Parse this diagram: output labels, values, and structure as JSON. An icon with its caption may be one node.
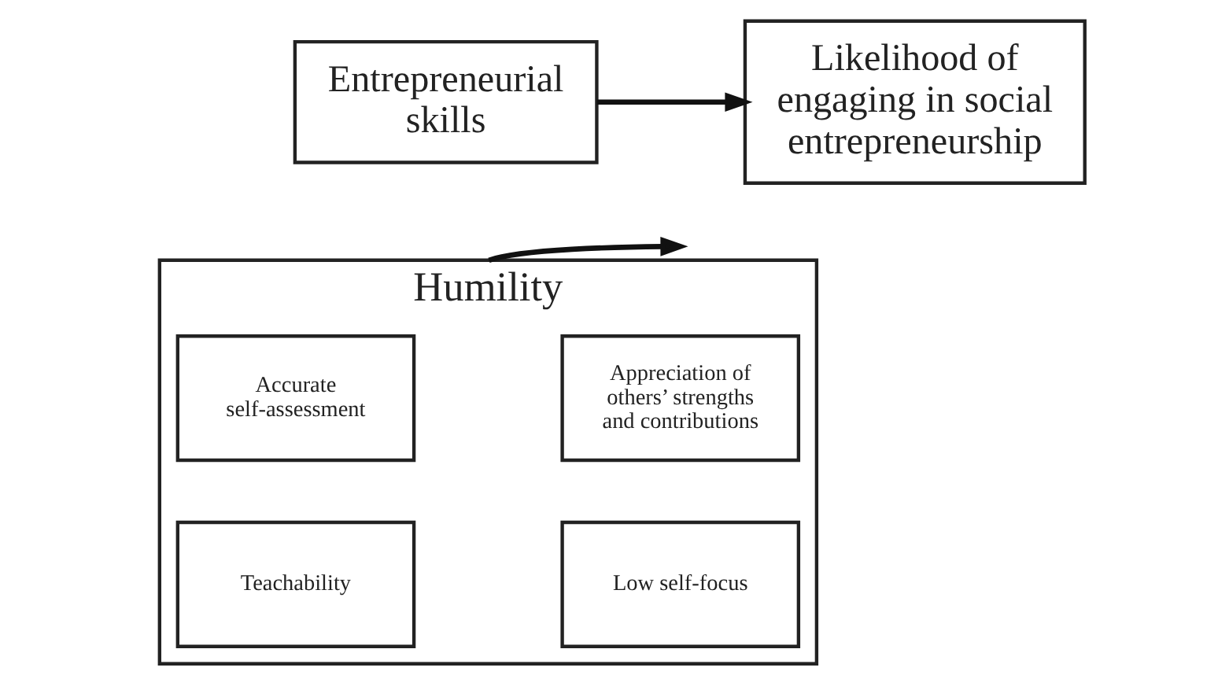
{
  "diagram": {
    "nodes": [
      {
        "text": [
          "Entrepreneurial skills"
        ]
      },
      {
        "text": [
          "Likelihood of engaging in social entrepreneurship"
        ]
      },
      {
        "text": [
          "Humility"
        ]
      },
      {
        "text": [
          "Accurate self-assessment"
        ],
        "in": 2
      },
      {
        "text": [
          "Appreciation of others’ strengths and contributions"
        ],
        "in": 2
      },
      {
        "text": [
          "Teachability"
        ],
        "in": 2
      },
      {
        "text": [
          "Low self-focus"
        ],
        "in": 2
      }
    ],
    "edges": [
      {
        "from": 0,
        "to": 1,
        "arrow": "to"
      },
      {
        "from": 2,
        "to": null,
        "arrow": "to"
      }
    ]
  }
}
